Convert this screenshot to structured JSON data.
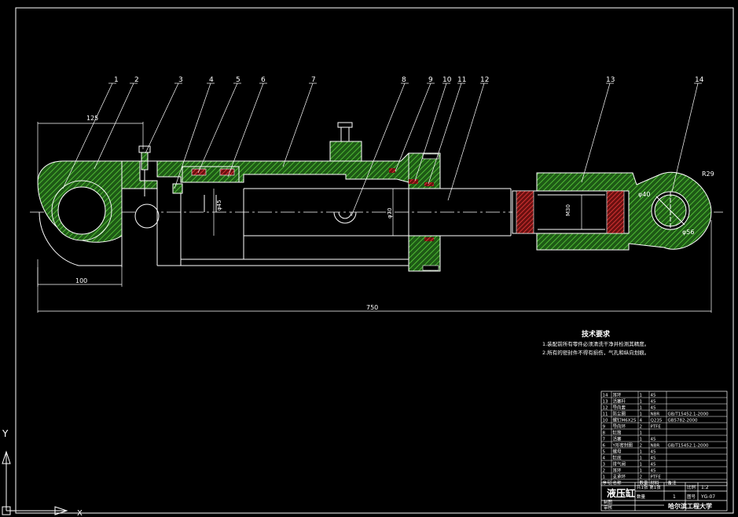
{
  "drawing": {
    "balloons": [
      "1",
      "2",
      "3",
      "4",
      "5",
      "6",
      "7",
      "8",
      "9",
      "10",
      "11",
      "12",
      "13",
      "14"
    ],
    "dimensions": {
      "top_width": "125",
      "bottom_width": "100",
      "overall_length": "750",
      "phi_rod": "φ45",
      "phi_bore": "φ70",
      "phi_pin": "φ40",
      "phi_eye": "φ56",
      "radius": "R29",
      "rod_mark": "M30"
    }
  },
  "notes": {
    "title": "技术要求",
    "items": [
      "1.装配前所有零件必须清洗干净并检测其精度。",
      "2.所有的密封件不得有损伤，气孔和纵向划痕。"
    ]
  },
  "bom": {
    "rows": [
      {
        "no": "14",
        "name": "耳环",
        "qty": "1",
        "mat": "45",
        "std": ""
      },
      {
        "no": "13",
        "name": "活塞杆",
        "qty": "1",
        "mat": "45",
        "std": ""
      },
      {
        "no": "12",
        "name": "导向套",
        "qty": "1",
        "mat": "45",
        "std": ""
      },
      {
        "no": "11",
        "name": "防尘圈",
        "qty": "1",
        "mat": "NBR",
        "std": "GB/T15452.1-2000"
      },
      {
        "no": "10",
        "name": "螺钉M6X25",
        "qty": "4",
        "mat": "Q235",
        "std": "GB5782-2000"
      },
      {
        "no": "9",
        "name": "导向环",
        "qty": "2",
        "mat": "PTFE",
        "std": ""
      },
      {
        "no": "8",
        "name": "缸筒",
        "qty": "1",
        "mat": "",
        "std": ""
      },
      {
        "no": "7",
        "name": "活塞",
        "qty": "1",
        "mat": "45",
        "std": ""
      },
      {
        "no": "6",
        "name": "Y形密封圈",
        "qty": "2",
        "mat": "NBR",
        "std": "GB/T15452.1-2000"
      },
      {
        "no": "5",
        "name": "螺母",
        "qty": "1",
        "mat": "45",
        "std": ""
      },
      {
        "no": "4",
        "name": "缸底",
        "qty": "1",
        "mat": "45",
        "std": ""
      },
      {
        "no": "3",
        "name": "排气阀",
        "qty": "1",
        "mat": "45",
        "std": ""
      },
      {
        "no": "2",
        "name": "耳环",
        "qty": "1",
        "mat": "45",
        "std": ""
      },
      {
        "no": "1",
        "name": "支承环",
        "qty": "2",
        "mat": "PTFE",
        "std": ""
      }
    ],
    "header": {
      "no": "序号",
      "name": "名称",
      "qty": "数量",
      "mat": "材料",
      "note": "备注"
    }
  },
  "title_block": {
    "part_name": "液压缸",
    "sheet": "共1张 第1张",
    "scale_label": "比例",
    "scale": "1:2",
    "drawn_label": "制图",
    "checked_label": "审核",
    "qty_label": "数量",
    "qty": "1",
    "dwg_label": "图号",
    "dwg_no": "YG-07",
    "school": "哈尔滨工程大学"
  },
  "ucs": {
    "y_label": "Y",
    "x_label": "X"
  },
  "colors": {
    "background": "#000000",
    "line": "#ffffff",
    "section": "#4aa12f",
    "seal": "#e03030",
    "centerline": "#ffffff"
  }
}
